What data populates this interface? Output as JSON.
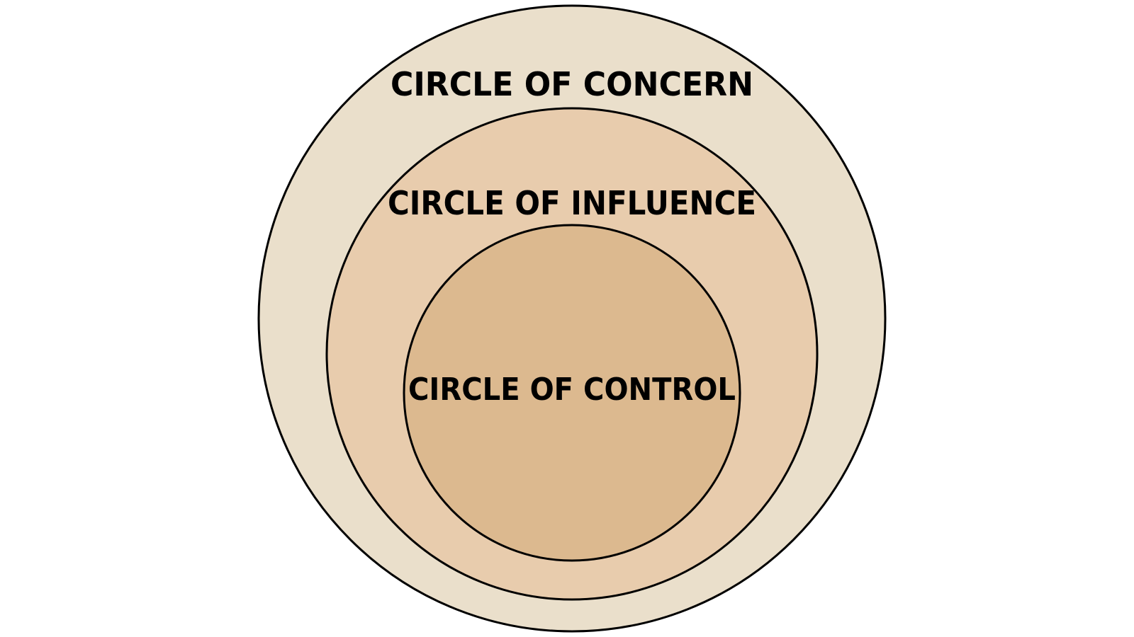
{
  "diagram": {
    "circles": [
      {
        "id": "concern",
        "label": "CIRCLE OF CONCERN",
        "fill": "#EADFCB"
      },
      {
        "id": "influence",
        "label": "CIRCLE OF INFLUENCE",
        "fill": "#E8CCAD"
      },
      {
        "id": "control",
        "label": "CIRCLE OF CONTROL",
        "fill": "#DCB98F"
      }
    ],
    "outline_color": "#000000",
    "background": "#FFFFFF"
  }
}
